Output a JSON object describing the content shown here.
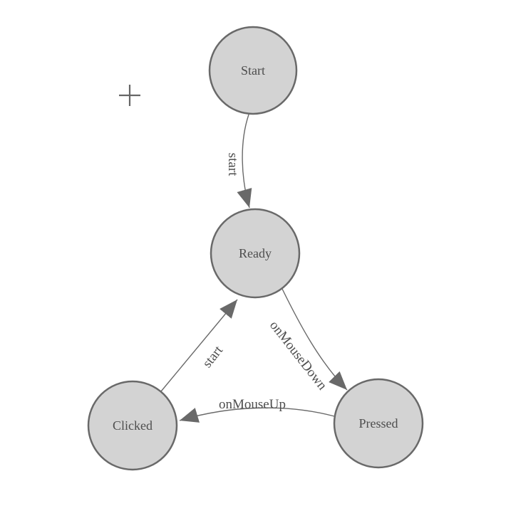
{
  "nodes": [
    {
      "id": "start",
      "label": "Start"
    },
    {
      "id": "ready",
      "label": "Ready"
    },
    {
      "id": "clicked",
      "label": "Clicked"
    },
    {
      "id": "pressed",
      "label": "Pressed"
    }
  ],
  "edges": [
    {
      "from": "start",
      "to": "ready",
      "label": "start"
    },
    {
      "from": "clicked",
      "to": "ready",
      "label": "start"
    },
    {
      "from": "ready",
      "to": "pressed",
      "label": "onMouseDown"
    },
    {
      "from": "pressed",
      "to": "clicked",
      "label": "onMouseUp"
    }
  ],
  "colors": {
    "background": "#ffffff",
    "node_fill": "#d3d3d3",
    "node_stroke": "#696969",
    "edge_stroke": "#696969",
    "label_text": "#4d4d4d",
    "crosshair_stroke": "#666666"
  }
}
